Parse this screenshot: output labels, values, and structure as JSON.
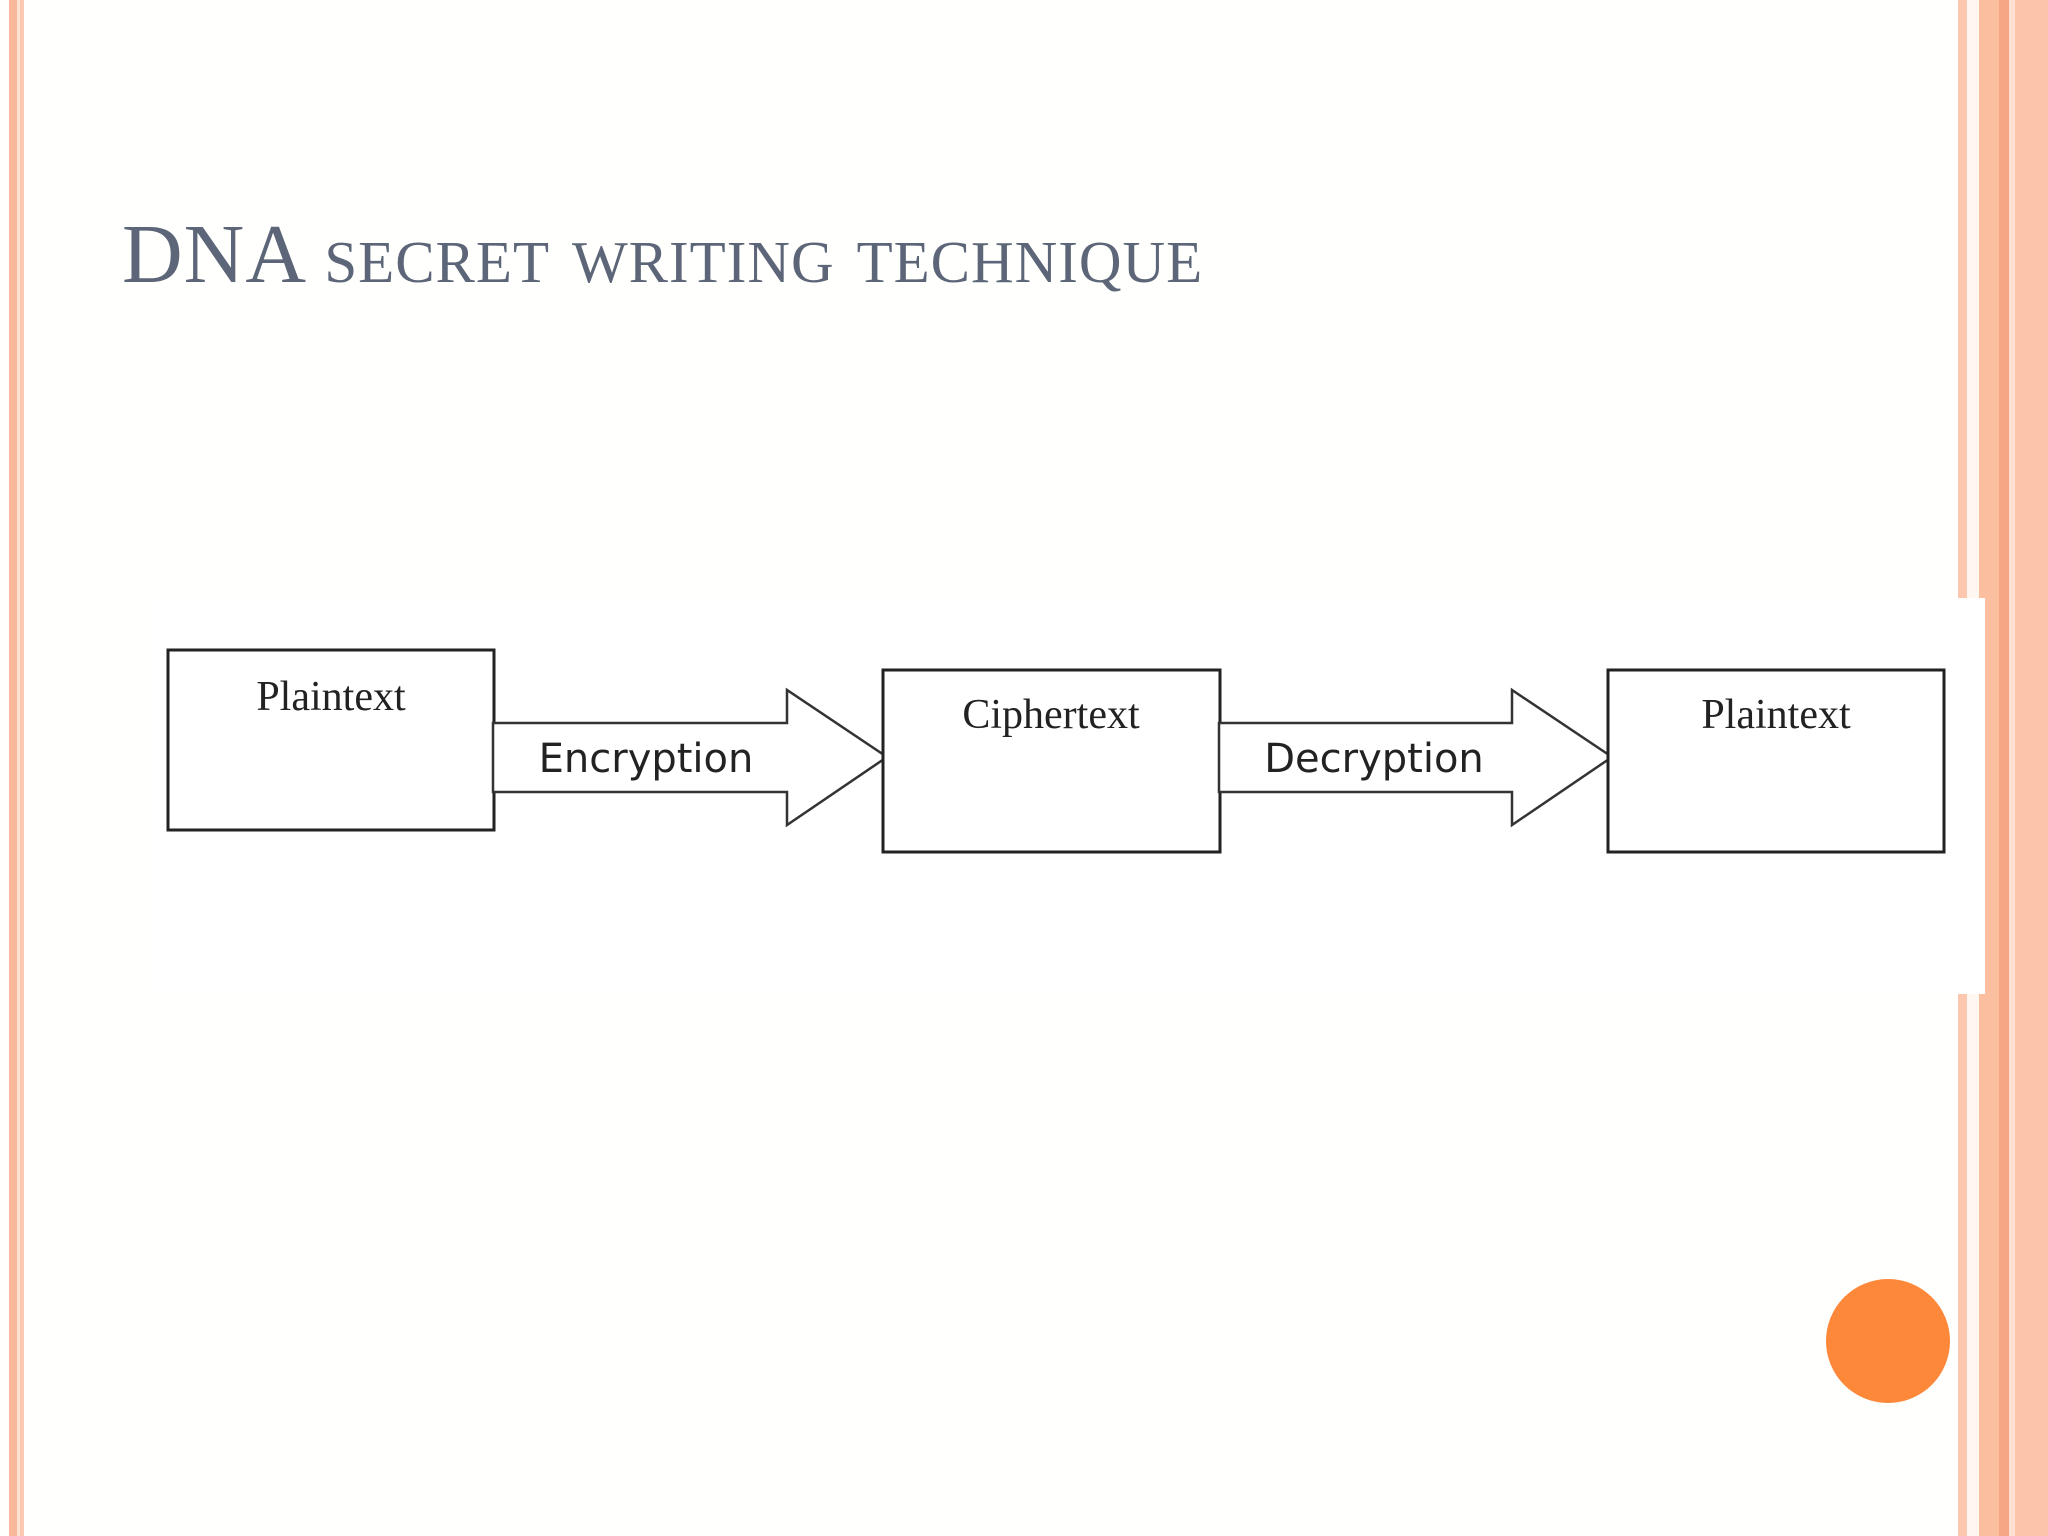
{
  "slide": {
    "title": "DNA secret writing technique",
    "colors": {
      "title": "#5d6678",
      "accent_dot": "#fd883a",
      "border": "#f9b89b"
    }
  },
  "diagram": {
    "nodes": {
      "plaintext_in": "Plaintext",
      "ciphertext": "Ciphertext",
      "plaintext_out": "Plaintext"
    },
    "arrows": {
      "encryption": "Encryption",
      "decryption": "Decryption"
    }
  }
}
